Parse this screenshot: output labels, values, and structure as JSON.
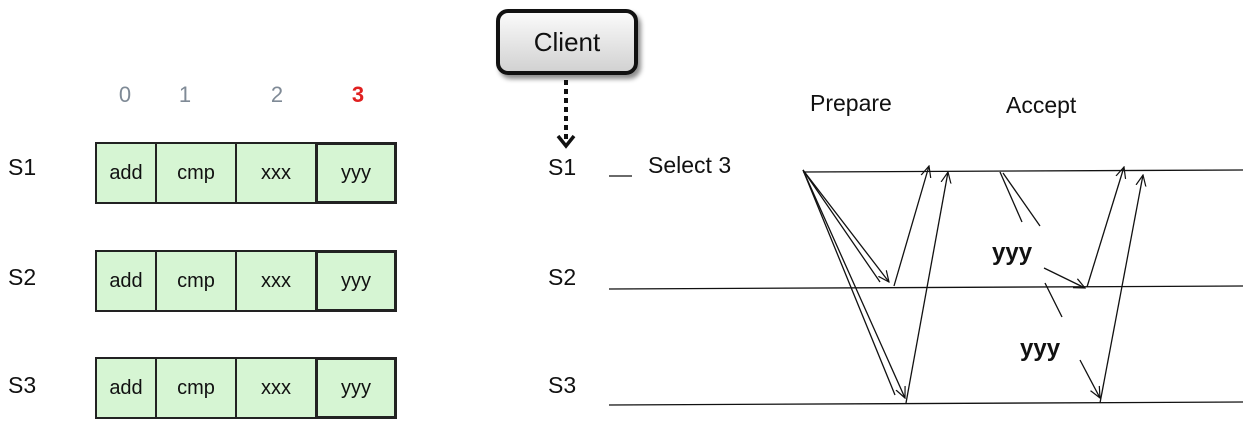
{
  "indices": [
    {
      "label": "0",
      "highlight": false
    },
    {
      "label": "1",
      "highlight": false
    },
    {
      "label": "2",
      "highlight": false
    },
    {
      "label": "3",
      "highlight": true
    }
  ],
  "logs": [
    {
      "server": "S1",
      "entries": [
        "add",
        "cmp",
        "xxx",
        "yyy"
      ]
    },
    {
      "server": "S2",
      "entries": [
        "add",
        "cmp",
        "xxx",
        "yyy"
      ]
    },
    {
      "server": "S3",
      "entries": [
        "add",
        "cmp",
        "xxx",
        "yyy"
      ]
    }
  ],
  "client": {
    "label": "Client"
  },
  "timeline": {
    "servers": [
      "S1",
      "S2",
      "S3"
    ],
    "select_label": "Select 3",
    "phases": {
      "prepare": "Prepare",
      "accept": "Accept"
    },
    "value_labels": [
      "yyy",
      "yyy"
    ]
  },
  "colors": {
    "cell_fill": "#d6f5d3",
    "index_color": "#7f8a96",
    "index_highlight": "#e02020"
  }
}
